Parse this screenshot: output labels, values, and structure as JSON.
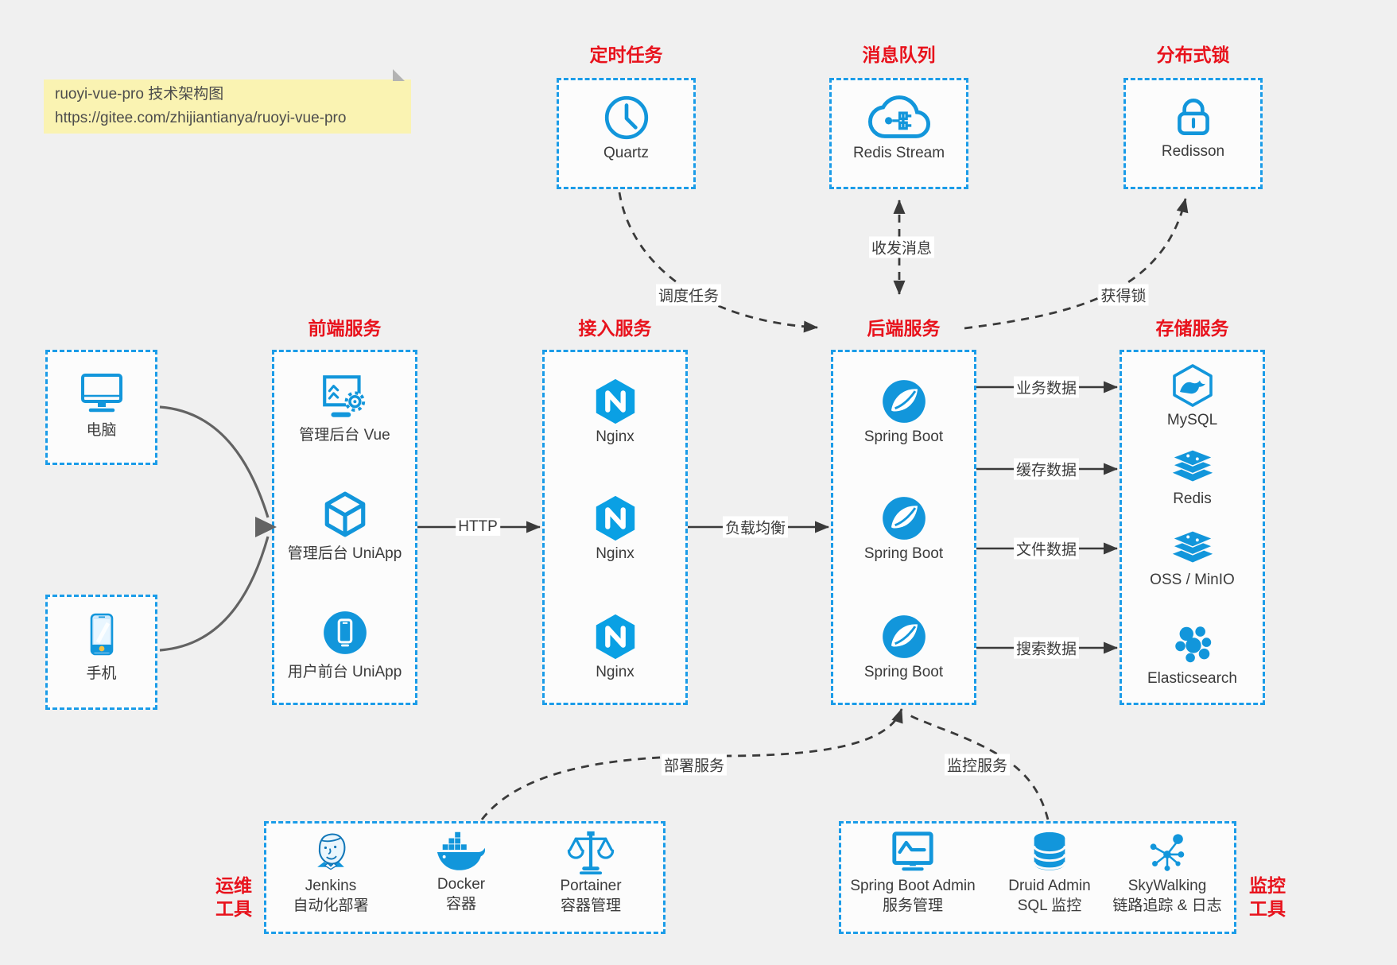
{
  "note": {
    "title": "ruoyi-vue-pro 技术架构图",
    "url": "https://gitee.com/zhijiantianya/ruoyi-vue-pro"
  },
  "colors": {
    "accent_blue": "#1296db",
    "border_blue": "#1b9ce8",
    "title_red": "#e8121c",
    "background": "#f0f0f0",
    "box_background": "#fcfcfc",
    "note_yellow": "#faf3b2",
    "arrow_dark": "#3a3a3a",
    "arrow_gray": "#636363"
  },
  "top_groups": [
    {
      "title": "定时任务",
      "icon": "clock-icon",
      "label": "Quartz"
    },
    {
      "title": "消息队列",
      "icon": "cloud-stream-icon",
      "label": "Redis Stream"
    },
    {
      "title": "分布式锁",
      "icon": "lock-icon",
      "label": "Redisson"
    }
  ],
  "clients": [
    {
      "icon": "desktop-icon",
      "label": "电脑"
    },
    {
      "icon": "smartphone-icon",
      "label": "手机"
    }
  ],
  "columns": [
    {
      "title": "前端服务",
      "items": [
        {
          "icon": "admin-vue-icon",
          "label": "管理后台 Vue"
        },
        {
          "icon": "uniapp-cube-icon",
          "label": "管理后台 UniApp"
        },
        {
          "icon": "user-app-icon",
          "label": "用户前台 UniApp"
        }
      ]
    },
    {
      "title": "接入服务",
      "items": [
        {
          "icon": "nginx-icon",
          "label": "Nginx"
        },
        {
          "icon": "nginx-icon",
          "label": "Nginx"
        },
        {
          "icon": "nginx-icon",
          "label": "Nginx"
        }
      ]
    },
    {
      "title": "后端服务",
      "items": [
        {
          "icon": "spring-boot-icon",
          "label": "Spring Boot"
        },
        {
          "icon": "spring-boot-icon",
          "label": "Spring Boot"
        },
        {
          "icon": "spring-boot-icon",
          "label": "Spring Boot"
        }
      ]
    },
    {
      "title": "存储服务",
      "items": [
        {
          "icon": "mysql-icon",
          "label": "MySQL"
        },
        {
          "icon": "redis-icon",
          "label": "Redis"
        },
        {
          "icon": "oss-minio-icon",
          "label": "OSS / MinIO"
        },
        {
          "icon": "elasticsearch-icon",
          "label": "Elasticsearch"
        }
      ]
    }
  ],
  "edges": {
    "http": "HTTP",
    "load_balance": "负载均衡",
    "business_data": "业务数据",
    "cache_data": "缓存数据",
    "file_data": "文件数据",
    "search_data": "搜索数据",
    "schedule_task": "调度任务",
    "send_receive_message": "收发消息",
    "acquire_lock": "获得锁",
    "deploy_service": "部署服务",
    "monitor_service": "监控服务"
  },
  "bottom_groups": [
    {
      "side_label_line1": "运维",
      "side_label_line2": "工具",
      "items": [
        {
          "icon": "jenkins-icon",
          "name": "Jenkins",
          "desc": "自动化部署"
        },
        {
          "icon": "docker-icon",
          "name": "Docker",
          "desc": "容器"
        },
        {
          "icon": "portainer-icon",
          "name": "Portainer",
          "desc": "容器管理"
        }
      ]
    },
    {
      "side_label_line1": "监控",
      "side_label_line2": "工具",
      "items": [
        {
          "icon": "spring-boot-admin-icon",
          "name": "Spring Boot Admin",
          "desc": "服务管理"
        },
        {
          "icon": "druid-admin-icon",
          "name": "Druid Admin",
          "desc": "SQL 监控"
        },
        {
          "icon": "skywalking-icon",
          "name": "SkyWalking",
          "desc": "链路追踪 & 日志"
        }
      ]
    }
  ]
}
